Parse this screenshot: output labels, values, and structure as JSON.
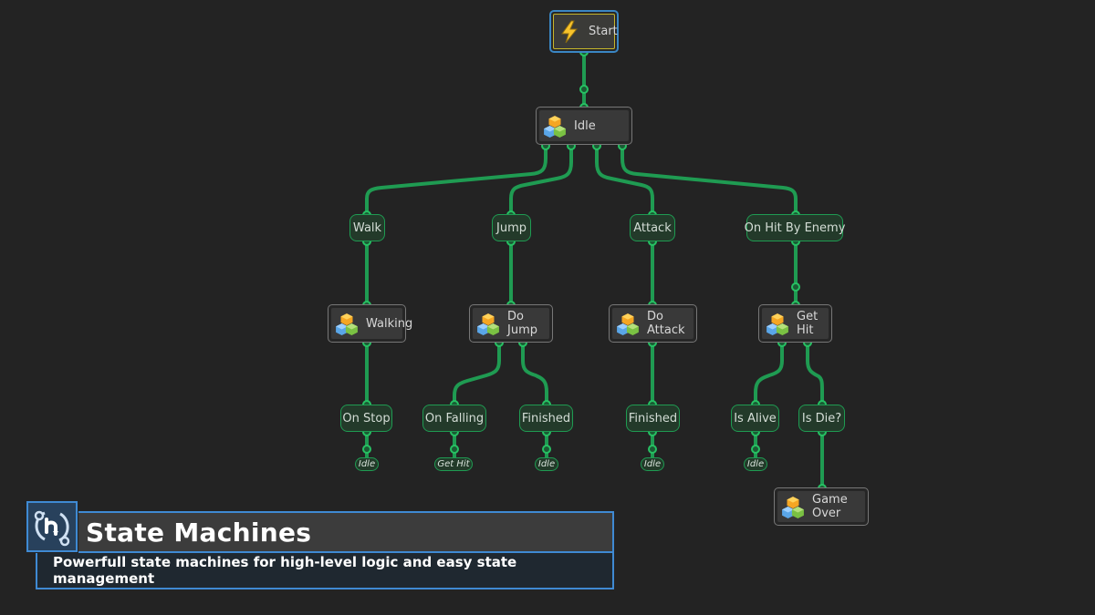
{
  "graph": {
    "start_label": "Start",
    "idle_label": "Idle",
    "transitions": {
      "walk": "Walk",
      "jump": "Jump",
      "attack": "Attack",
      "on_hit": "On Hit By Enemy",
      "on_stop": "On Stop",
      "on_falling": "On Falling",
      "finished_jump": "Finished",
      "finished_attack": "Finished",
      "is_alive": "Is Alive",
      "is_die": "Is Die?"
    },
    "states": {
      "walking": "Walking",
      "do_jump": "Do Jump",
      "do_attack": "Do Attack",
      "get_hit": "Get Hit",
      "game_over": "Game Over"
    },
    "targets": {
      "on_stop": "Idle",
      "on_falling": "Get Hit",
      "finished_jump": "Idle",
      "finished_attack": "Idle",
      "is_alive": "Idle"
    },
    "colors": {
      "link": "#1f9b52",
      "port": "#27c063",
      "selected": "#3a86c4",
      "start_highlight": "#c6b62c"
    }
  },
  "banner": {
    "title": "State Machines",
    "subtitle": "Powerfull state machines for high-level logic and easy state management",
    "icon": "state-machine-logo-icon",
    "colors": {
      "border": "#3f8ad3",
      "title_bg": "#3c3c3c",
      "subtitle_bg": "#1f2830"
    }
  }
}
